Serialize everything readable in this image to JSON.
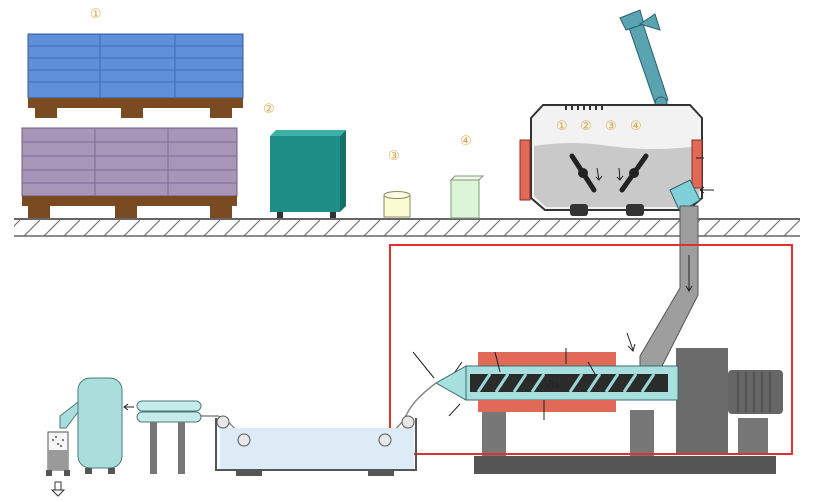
{
  "palette": {
    "blue_stack": "#5f8fd6",
    "purple_stack": "#a796b8",
    "pallet": "#7a4a22",
    "teal_box": "#1d8f86",
    "heater": "#e06a57",
    "frame": "#666666",
    "highlight_box": "#e23030",
    "ingredient_number": "#d9a84a",
    "water_bath": "#dcebf5",
    "silo": "#a9dedd"
  },
  "ingredients": {
    "n1": "①",
    "n2": "②",
    "n3": "③",
    "n4": "④"
  },
  "mixer": {
    "n1": "①",
    "n2": "②",
    "n3": "③",
    "n4": "④"
  },
  "extruder": {
    "screw_label": "Vis"
  }
}
